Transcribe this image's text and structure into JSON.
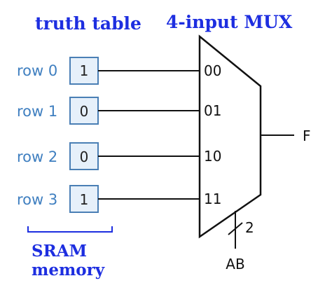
{
  "titles": {
    "left": "truth table",
    "right": "4-input MUX"
  },
  "rows": [
    {
      "label": "row 0",
      "value": "1",
      "input": "00"
    },
    {
      "label": "row 1",
      "value": "0",
      "input": "01"
    },
    {
      "label": "row 2",
      "value": "0",
      "input": "10"
    },
    {
      "label": "row 3",
      "value": "1",
      "input": "11"
    }
  ],
  "mux": {
    "output_label": "F",
    "select_label": "AB",
    "select_width": "2"
  },
  "memory_label": {
    "line1": "SRAM",
    "line2": "memory"
  },
  "colors": {
    "title_blue": "#1d2ee0",
    "row_label_blue": "#3f7fc0",
    "cell_fill": "#e6f0fa",
    "cell_border": "#4a7fb5",
    "brace_blue": "#1d2ee0"
  }
}
